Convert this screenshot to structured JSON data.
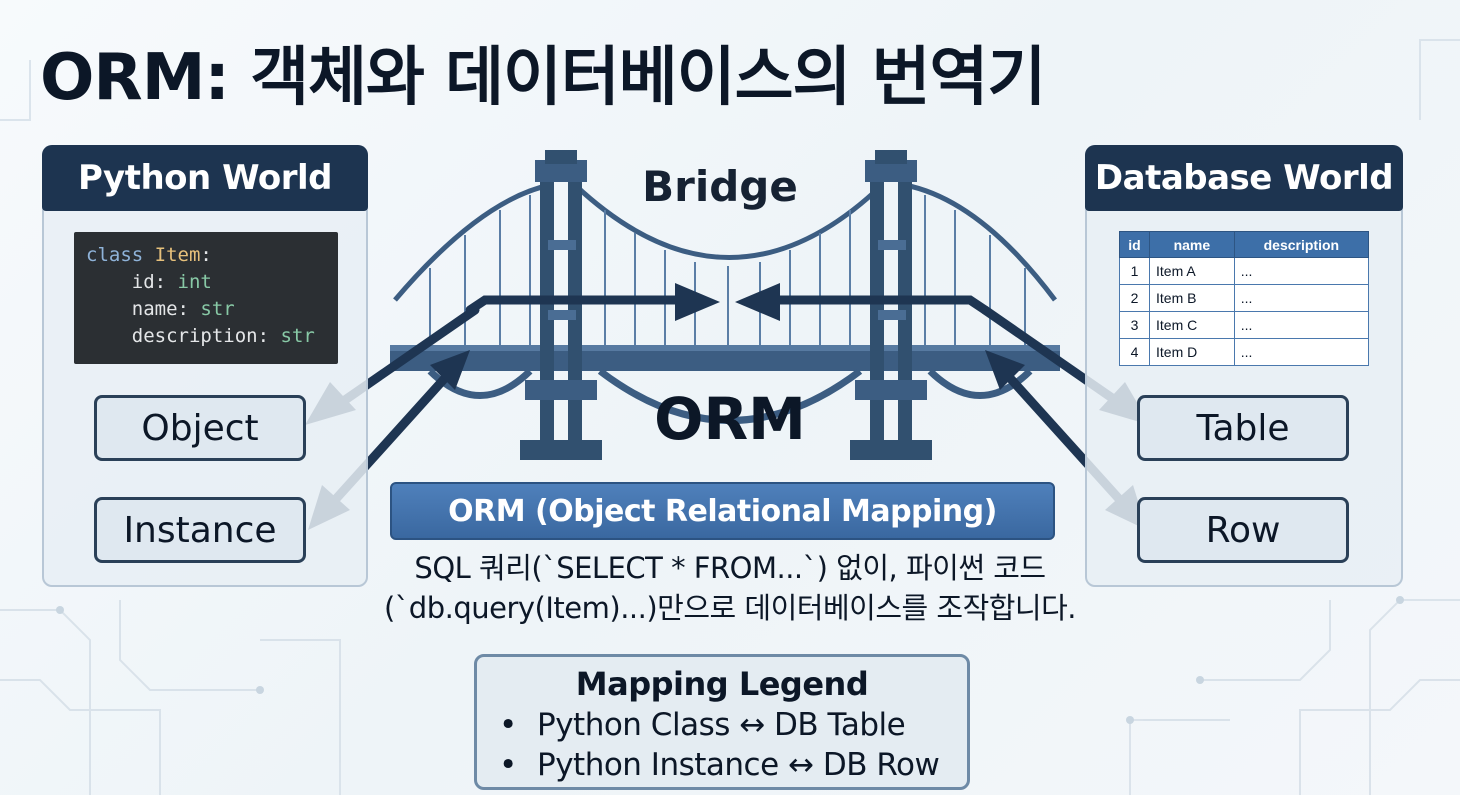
{
  "title": "ORM: 객체와 데이터베이스의 번역기",
  "left_panel": {
    "header": "Python World",
    "code": {
      "line1_kw": "class",
      "line1_cls": "Item",
      "line1_end": ":",
      "line2_name": "id",
      "line2_type": "int",
      "line3_name": "name",
      "line3_type": "str",
      "line4_name": "description",
      "line4_type": "str"
    },
    "box1": "Object",
    "box2": "Instance"
  },
  "right_panel": {
    "header": "Database World",
    "table": {
      "columns": [
        "id",
        "name",
        "description"
      ],
      "rows": [
        [
          "1",
          "Item A",
          "..."
        ],
        [
          "2",
          "Item B",
          "..."
        ],
        [
          "3",
          "Item C",
          "..."
        ],
        [
          "4",
          "Item D",
          "..."
        ]
      ]
    },
    "box1": "Table",
    "box2": "Row"
  },
  "bridge": {
    "top_label": "Bridge",
    "center_label": "ORM"
  },
  "banner": "ORM (Object Relational Mapping)",
  "description": {
    "line1": "SQL 쿼리(`SELECT * FROM...`) 없이, 파이썬 코드",
    "line2": "(`db.query(Item)...)만으로 데이터베이스를 조작합니다."
  },
  "legend": {
    "title": "Mapping Legend",
    "items": [
      "Python Class ↔ DB Table",
      "Python Instance ↔ DB Row"
    ]
  },
  "colors": {
    "panel_header": "#1d3450",
    "bridge": "#3c5d82",
    "banner": "#3f6ea8",
    "arrow": "#1e3552"
  }
}
